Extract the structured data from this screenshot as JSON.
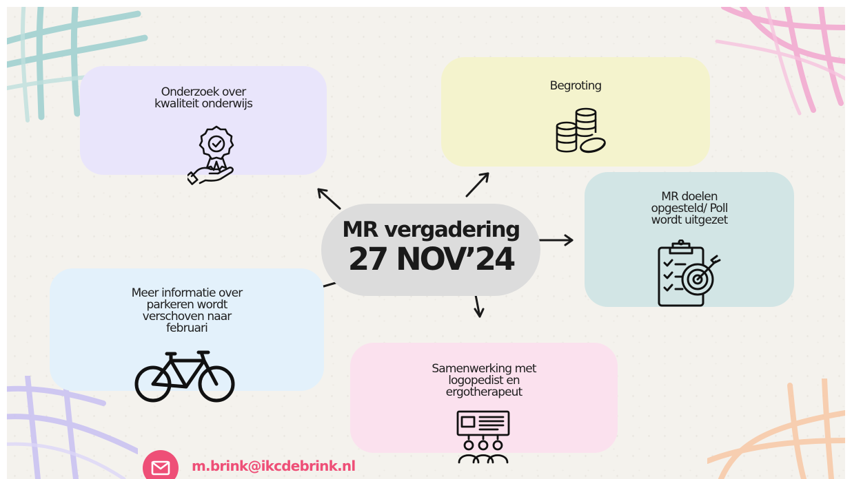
{
  "center": {
    "title": "MR vergadering",
    "date": "27 NOV’24"
  },
  "topics": [
    {
      "lines": [
        "Onderzoek over",
        "kwaliteit onderwijs"
      ],
      "icon": "award-hand-icon",
      "color": "#e9e5fb"
    },
    {
      "lines": [
        "Begroting"
      ],
      "icon": "coins-icon",
      "color": "#f4f3cd"
    },
    {
      "lines": [
        "MR doelen",
        "opgesteld/ Poll",
        "wordt uitgezet"
      ],
      "icon": "clipboard-target-icon",
      "color": "#d2e5e5"
    },
    {
      "lines": [
        "Meer informatie over",
        "parkeren wordt",
        "verschoven naar",
        "februari"
      ],
      "icon": "bicycle-icon",
      "color": "#e3f1fb"
    },
    {
      "lines": [
        "Samenwerking met",
        "logopedist en",
        "ergotherapeut"
      ],
      "icon": "presentation-meeting-icon",
      "color": "#fbe1ee"
    }
  ],
  "contact": {
    "email": "m.brink@ikcdebrink.nl",
    "icon": "mail-icon"
  },
  "colors": {
    "accent": "#ee4f77",
    "center_bubble": "#dcdcdc",
    "deco_teal": "#9dcfcf",
    "deco_pink": "#f2a6cf",
    "deco_lavender": "#c8c0f2",
    "deco_peach": "#f8c8a6"
  }
}
